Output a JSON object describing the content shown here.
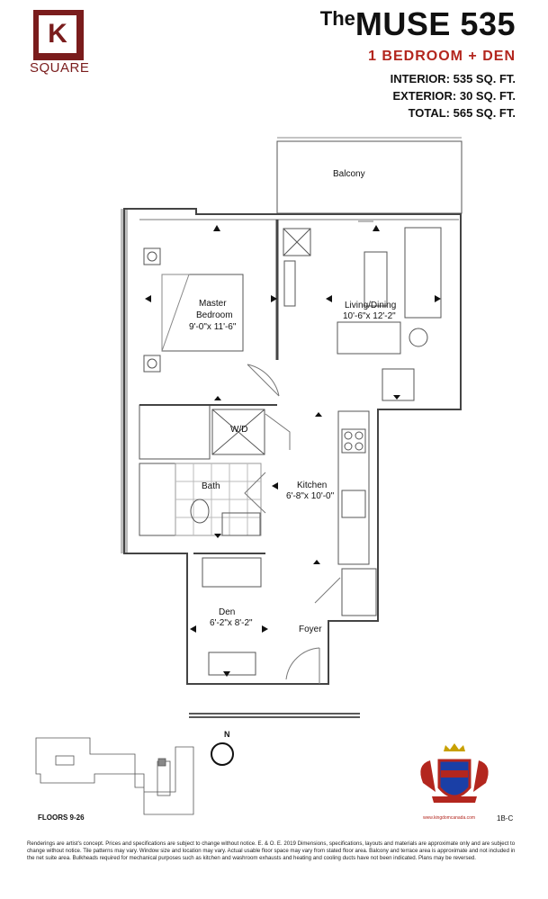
{
  "brand": {
    "letter": "K",
    "word": "SQUARE",
    "color": "#7a1c1c"
  },
  "title": {
    "prefix": "The",
    "name": "MUSE 535"
  },
  "unit_type": "1 BEDROOM + DEN",
  "areas": {
    "interior": "INTERIOR: 535 SQ. FT.",
    "exterior": "EXTERIOR: 30 SQ. FT.",
    "total": "TOTAL: 565 SQ. FT."
  },
  "rooms": {
    "balcony": "Balcony",
    "master_name": "Master",
    "master_name2": "Bedroom",
    "master_dim": "9'-0\"x 11'-6\"",
    "living_name": "Living/Dining",
    "living_dim": "10'-6\"x 12'-2\"",
    "wd": "W/D",
    "bath": "Bath",
    "kitchen_name": "Kitchen",
    "kitchen_dim": "6'-8\"x 10'-0\"",
    "den_name": "Den",
    "den_dim": "6'-2\"x 8'-2\"",
    "foyer": "Foyer"
  },
  "key_plan": {
    "floors": "FLOORS 9-26",
    "north": "N"
  },
  "plan_code": "1B-C",
  "crest_url": "www.kingdomcanada.com",
  "disclaimer": "Renderings are artist's concept. Prices and specifications are subject to change without notice. E. & O. E. 2019 Dimensions, specifications, layouts and materials are approximate only and are subject to change without notice. Tile patterns may vary. Window size and location may vary. Actual usable floor space may vary from stated floor area. Balcony and terrace area is approximate and not included in the net suite area. Bulkheads required for mechanical purposes such as kitchen and washroom exhausts and heating and cooling ducts have not been indicated. Plans may be reversed.",
  "colors": {
    "accent": "#b3261e",
    "brand": "#7a1c1c"
  }
}
